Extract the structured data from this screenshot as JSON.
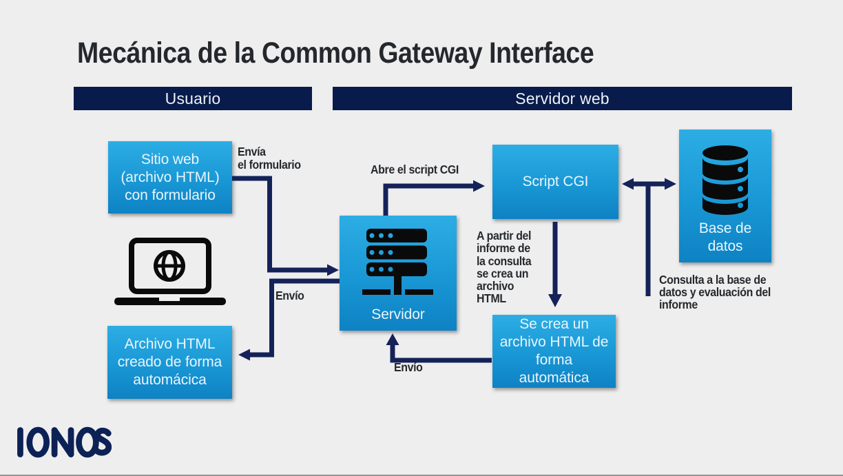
{
  "title": "Mecánica de la Common Gateway Interface",
  "headers": {
    "usuario": "Usuario",
    "servidor_web": "Servidor web"
  },
  "boxes": {
    "sitio_web": "Sitio web\n(archivo HTML)\ncon formulario",
    "script_cgi": "Script CGI",
    "servidor": "Servidor",
    "base_datos": "Base de\ndatos",
    "se_crea": "Se crea un\narchivo HTML de\nforma\nautomática",
    "archivo_html": "Archivo HTML\ncreado de forma\nautomácica"
  },
  "labels": {
    "envia_formulario": "Envía\nel formulario",
    "envio_left": "Envío",
    "abre_script": "Abre el script CGI",
    "a_partir": "A partir del\ninforme de\nla consulta\nse crea un\narchivo\nHTML",
    "envio_bottom": "Envío",
    "consulta": "Consulta a la base de\ndatos y evaluación del\ninforme"
  },
  "logo_text": "IONOS",
  "icons": {
    "laptop": "laptop-globe-icon",
    "server": "server-rack-icon",
    "database": "database-cylinder-icon"
  },
  "colors": {
    "background": "#eeeeef",
    "header_navy": "#081b4a",
    "arrow_navy": "#142258",
    "box_blue_top": "#2dade4",
    "box_blue_bottom": "#0e82c4",
    "logo_navy": "#0c2155",
    "title_text": "#24282c",
    "box_text": "#eaf5fc"
  }
}
